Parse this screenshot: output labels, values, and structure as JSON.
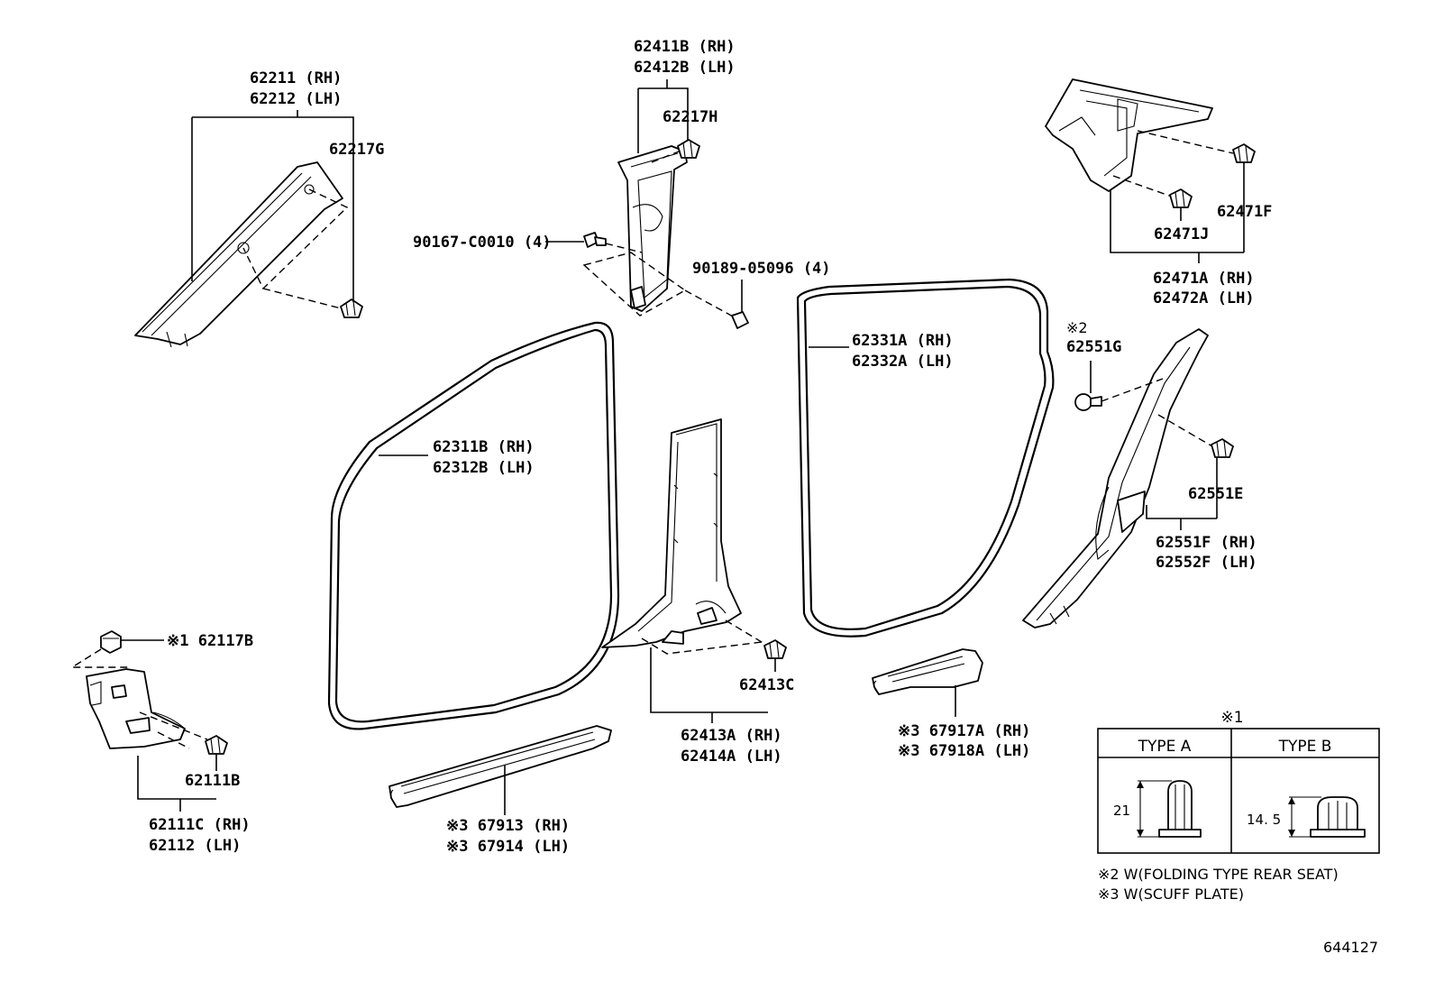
{
  "labels": {
    "l62211": "62211 (RH)",
    "l62212": "62212 (LH)",
    "l62217g": "62217G",
    "l62411b": "62411B (RH)",
    "l62412b": "62412B (LH)",
    "l62217h": "62217H",
    "l90167": "90167-C0010 (4)",
    "l90189": "90189-05096 (4)",
    "l62471f": "62471F",
    "l62471j": "62471J",
    "l62471a": "62471A (RH)",
    "l62472a": "62472A (LH)",
    "l62331a": "62331A (RH)",
    "l62332a": "62332A (LH)",
    "l62551g_mark": "※2",
    "l62551g": "62551G",
    "l62311b": "62311B (RH)",
    "l62312b": "62312B (LH)",
    "l62551e": "62551E",
    "l62551f": "62551F (RH)",
    "l62552f": "62552F (LH)",
    "l62117b": "※1 62117B",
    "l62413c": "62413C",
    "l62413a": "62413A (RH)",
    "l62414a": "62414A (LH)",
    "l67917a": "※3 67917A (RH)",
    "l67918a": "※3 67918A (LH)",
    "l62111b": "62111B",
    "l62111c": "62111C (RH)",
    "l62112": "62112 (LH)",
    "l67913": "※3 67913 (RH)",
    "l67914": "※3 67914 (LH)"
  },
  "type_table": {
    "mark": "※1",
    "type_a": "TYPE A",
    "type_b": "TYPE B",
    "dim_a": "21",
    "dim_b": "14. 5"
  },
  "notes": {
    "note2": "※2 W(FOLDING TYPE REAR SEAT)",
    "note3": "※3 W(SCUFF PLATE)"
  },
  "diagram_id": "644127"
}
